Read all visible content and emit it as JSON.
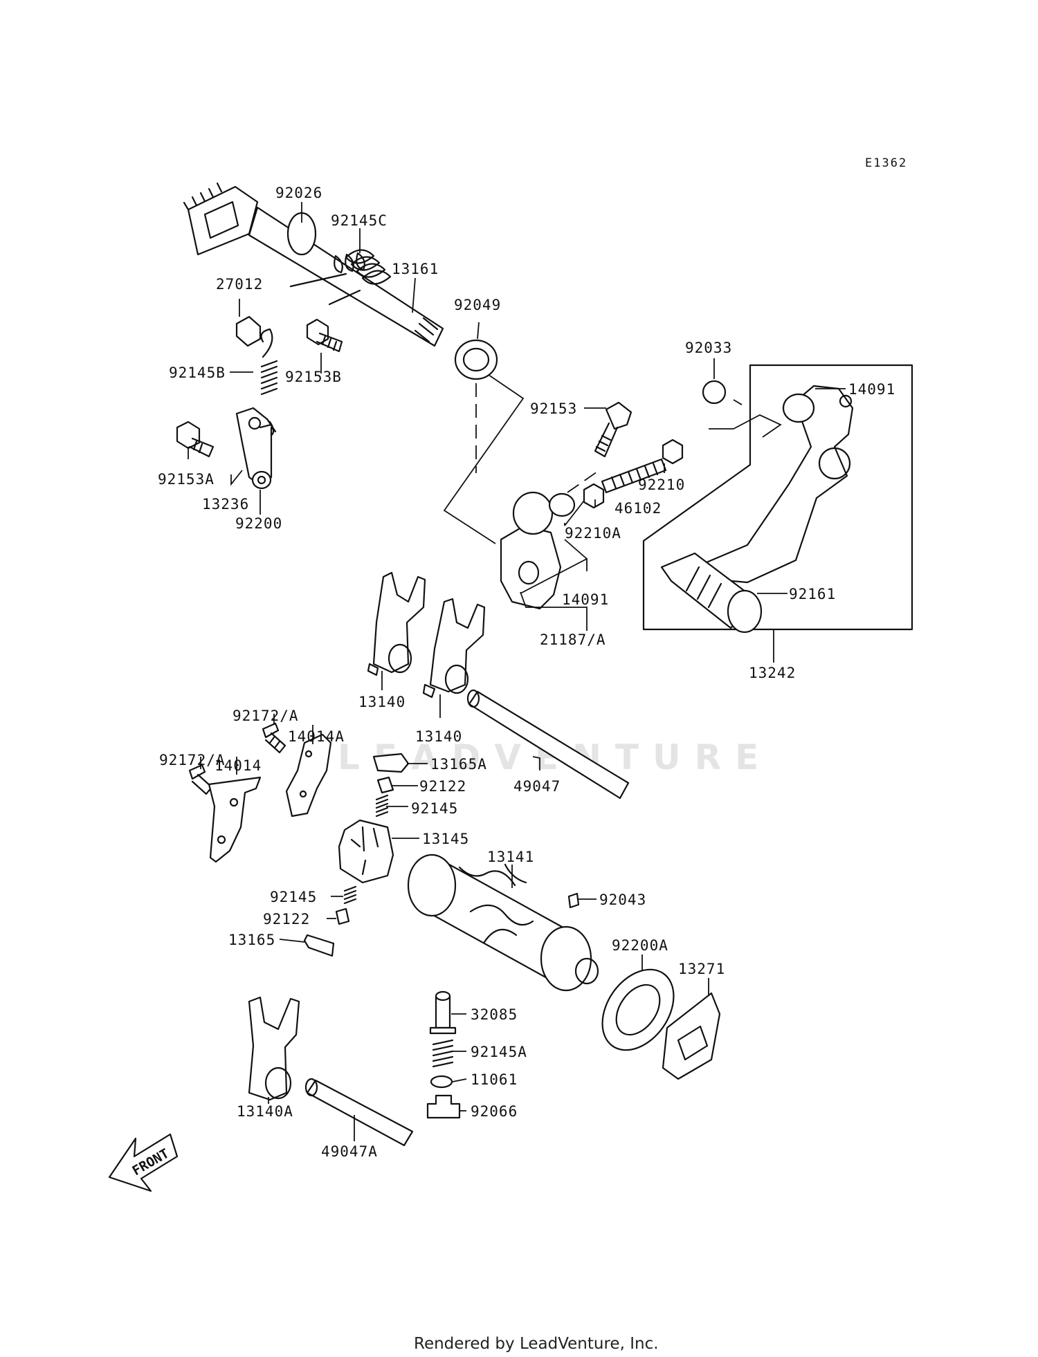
{
  "diagram_code": "E1362",
  "watermark": "LEADVENTURE",
  "footer": "Rendered by LeadVenture, Inc.",
  "front_label": "FRONT",
  "parts": [
    {
      "id": "p-92026",
      "label": "92026"
    },
    {
      "id": "p-92145c",
      "label": "92145C"
    },
    {
      "id": "p-13161",
      "label": "13161"
    },
    {
      "id": "p-27012",
      "label": "27012"
    },
    {
      "id": "p-92049",
      "label": "92049"
    },
    {
      "id": "p-92145b",
      "label": "92145B"
    },
    {
      "id": "p-92153b",
      "label": "92153B"
    },
    {
      "id": "p-92033",
      "label": "92033"
    },
    {
      "id": "p-14091-top",
      "label": "14091"
    },
    {
      "id": "p-92153",
      "label": "92153"
    },
    {
      "id": "p-92153a",
      "label": "92153A"
    },
    {
      "id": "p-92210",
      "label": "92210"
    },
    {
      "id": "p-13236",
      "label": "13236"
    },
    {
      "id": "p-46102",
      "label": "46102"
    },
    {
      "id": "p-92200",
      "label": "92200"
    },
    {
      "id": "p-92210a",
      "label": "92210A"
    },
    {
      "id": "p-92161",
      "label": "92161"
    },
    {
      "id": "p-14091-mid",
      "label": "14091"
    },
    {
      "id": "p-21187a",
      "label": "21187/A"
    },
    {
      "id": "p-92172a-1",
      "label": "92172/A"
    },
    {
      "id": "p-13242",
      "label": "13242"
    },
    {
      "id": "p-14014a",
      "label": "14014A"
    },
    {
      "id": "p-13140-1",
      "label": "13140"
    },
    {
      "id": "p-13140-2",
      "label": "13140"
    },
    {
      "id": "p-92172a-2",
      "label": "92172/A"
    },
    {
      "id": "p-14014",
      "label": "14014"
    },
    {
      "id": "p-13165a",
      "label": "13165A"
    },
    {
      "id": "p-92122-1",
      "label": "92122"
    },
    {
      "id": "p-49047",
      "label": "49047"
    },
    {
      "id": "p-92145-1",
      "label": "92145"
    },
    {
      "id": "p-13145",
      "label": "13145"
    },
    {
      "id": "p-13141",
      "label": "13141"
    },
    {
      "id": "p-92145-2",
      "label": "92145"
    },
    {
      "id": "p-92043",
      "label": "92043"
    },
    {
      "id": "p-92122-2",
      "label": "92122"
    },
    {
      "id": "p-13165",
      "label": "13165"
    },
    {
      "id": "p-92200a",
      "label": "92200A"
    },
    {
      "id": "p-13271",
      "label": "13271"
    },
    {
      "id": "p-32085",
      "label": "32085"
    },
    {
      "id": "p-92145a",
      "label": "92145A"
    },
    {
      "id": "p-11061",
      "label": "11061"
    },
    {
      "id": "p-13140a",
      "label": "13140A"
    },
    {
      "id": "p-92066",
      "label": "92066"
    },
    {
      "id": "p-49047a",
      "label": "49047A"
    }
  ]
}
